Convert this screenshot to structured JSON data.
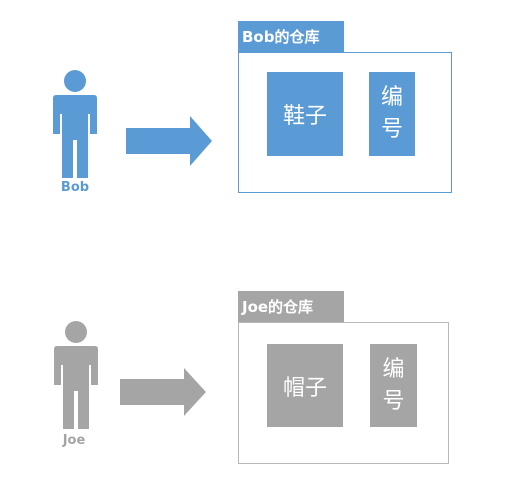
{
  "bob": {
    "name": "Bob",
    "warehouse_title": "Bob的仓库",
    "items": [
      "鞋子",
      "编号"
    ],
    "color": "#5b9bd5",
    "icon": "person-icon"
  },
  "joe": {
    "name": "Joe",
    "warehouse_title": "Joe的仓库",
    "items": [
      "帽子",
      "编号"
    ],
    "color": "#a5a5a5",
    "icon": "person-icon"
  }
}
